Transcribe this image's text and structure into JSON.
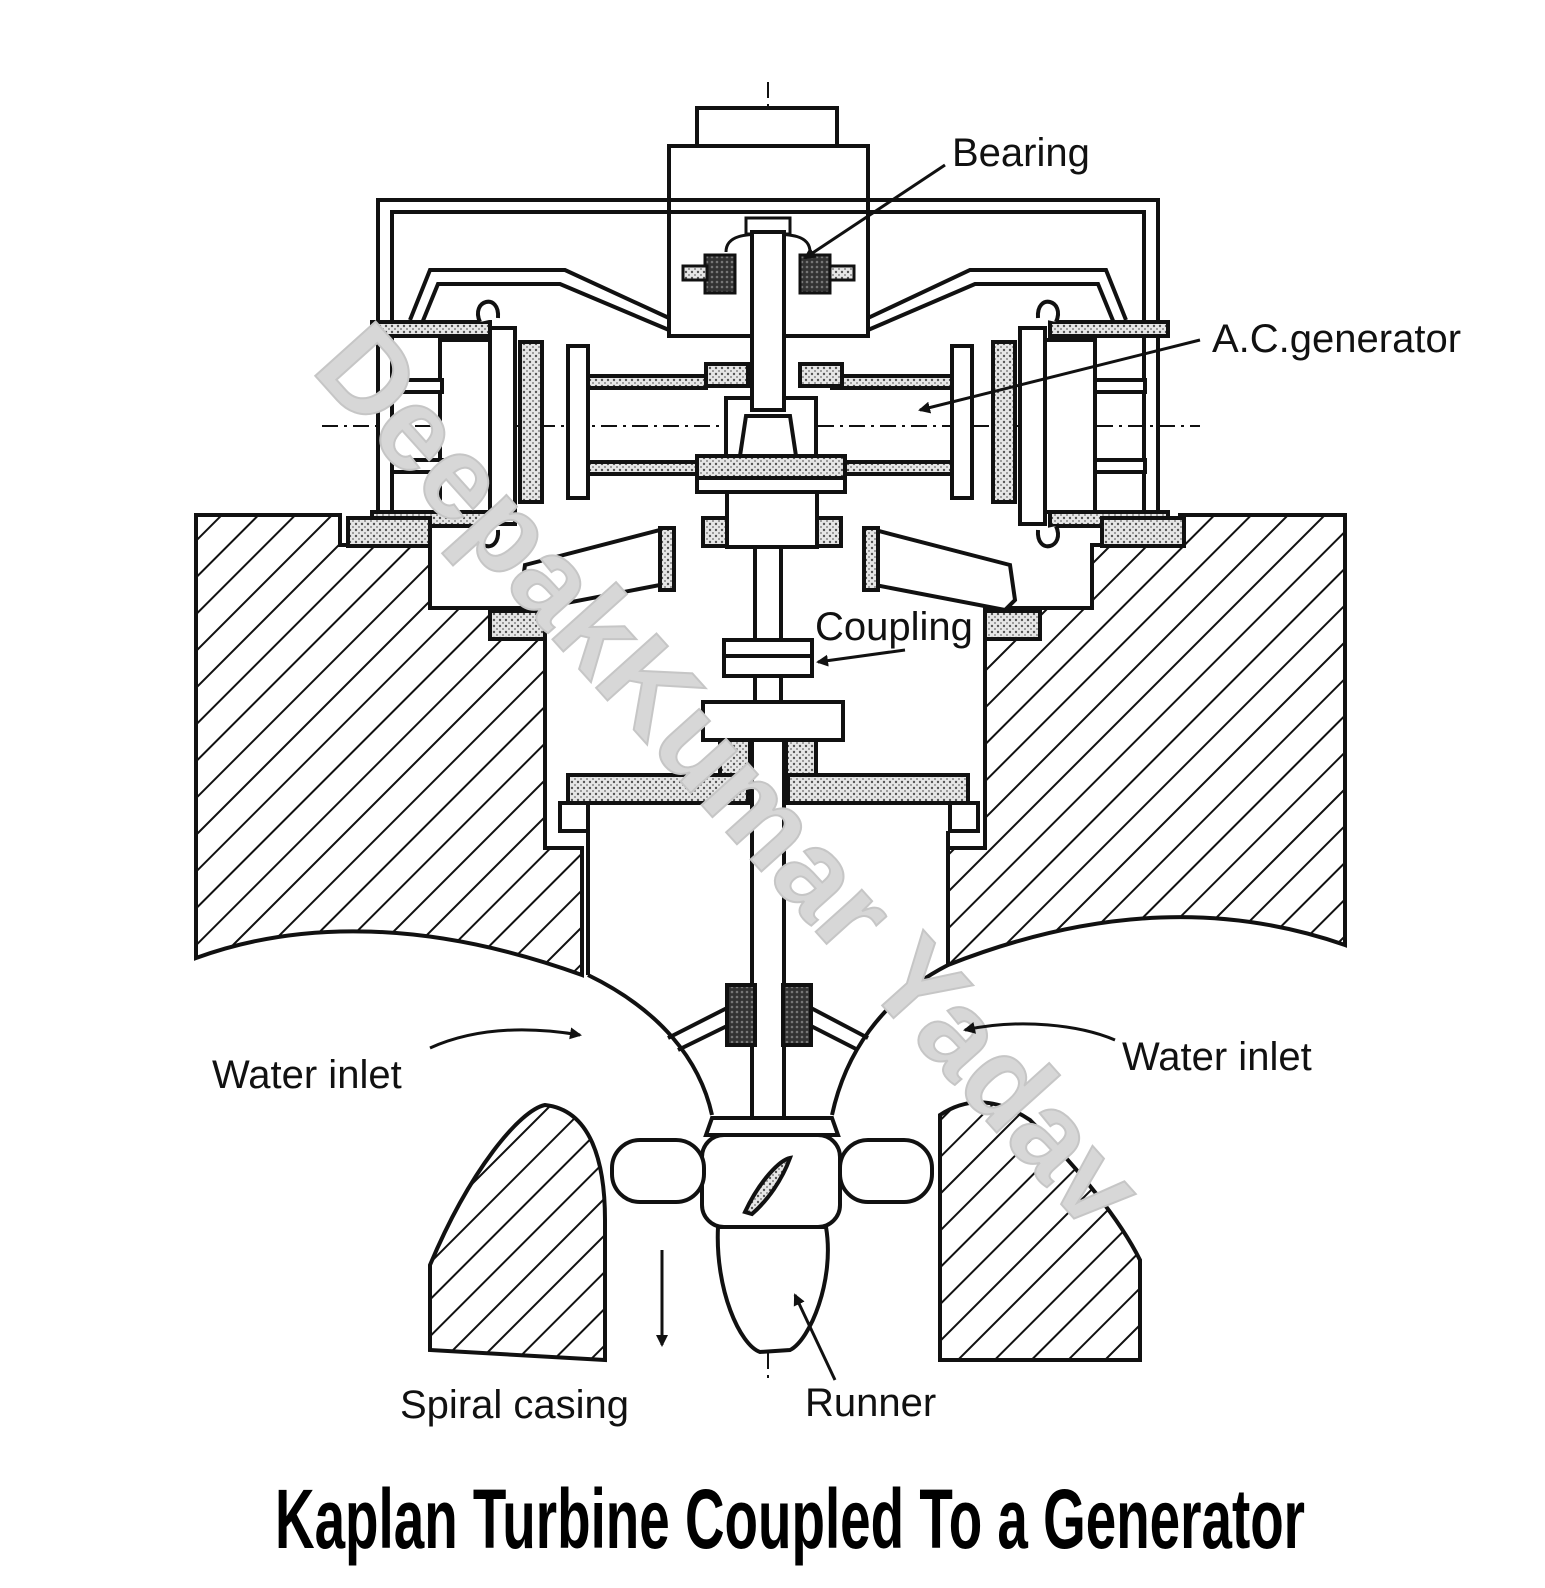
{
  "diagram": {
    "labels": {
      "bearing": "Bearing",
      "generator": "A.C.generator",
      "coupling": "Coupling",
      "water_inlet_left": "Water inlet",
      "water_inlet_right": "Water inlet",
      "spiral_casing": "Spiral casing",
      "runner": "Runner"
    },
    "title": "Kaplan Turbine Coupled To a Generator",
    "watermark": "DeepakKumar Yadav"
  }
}
